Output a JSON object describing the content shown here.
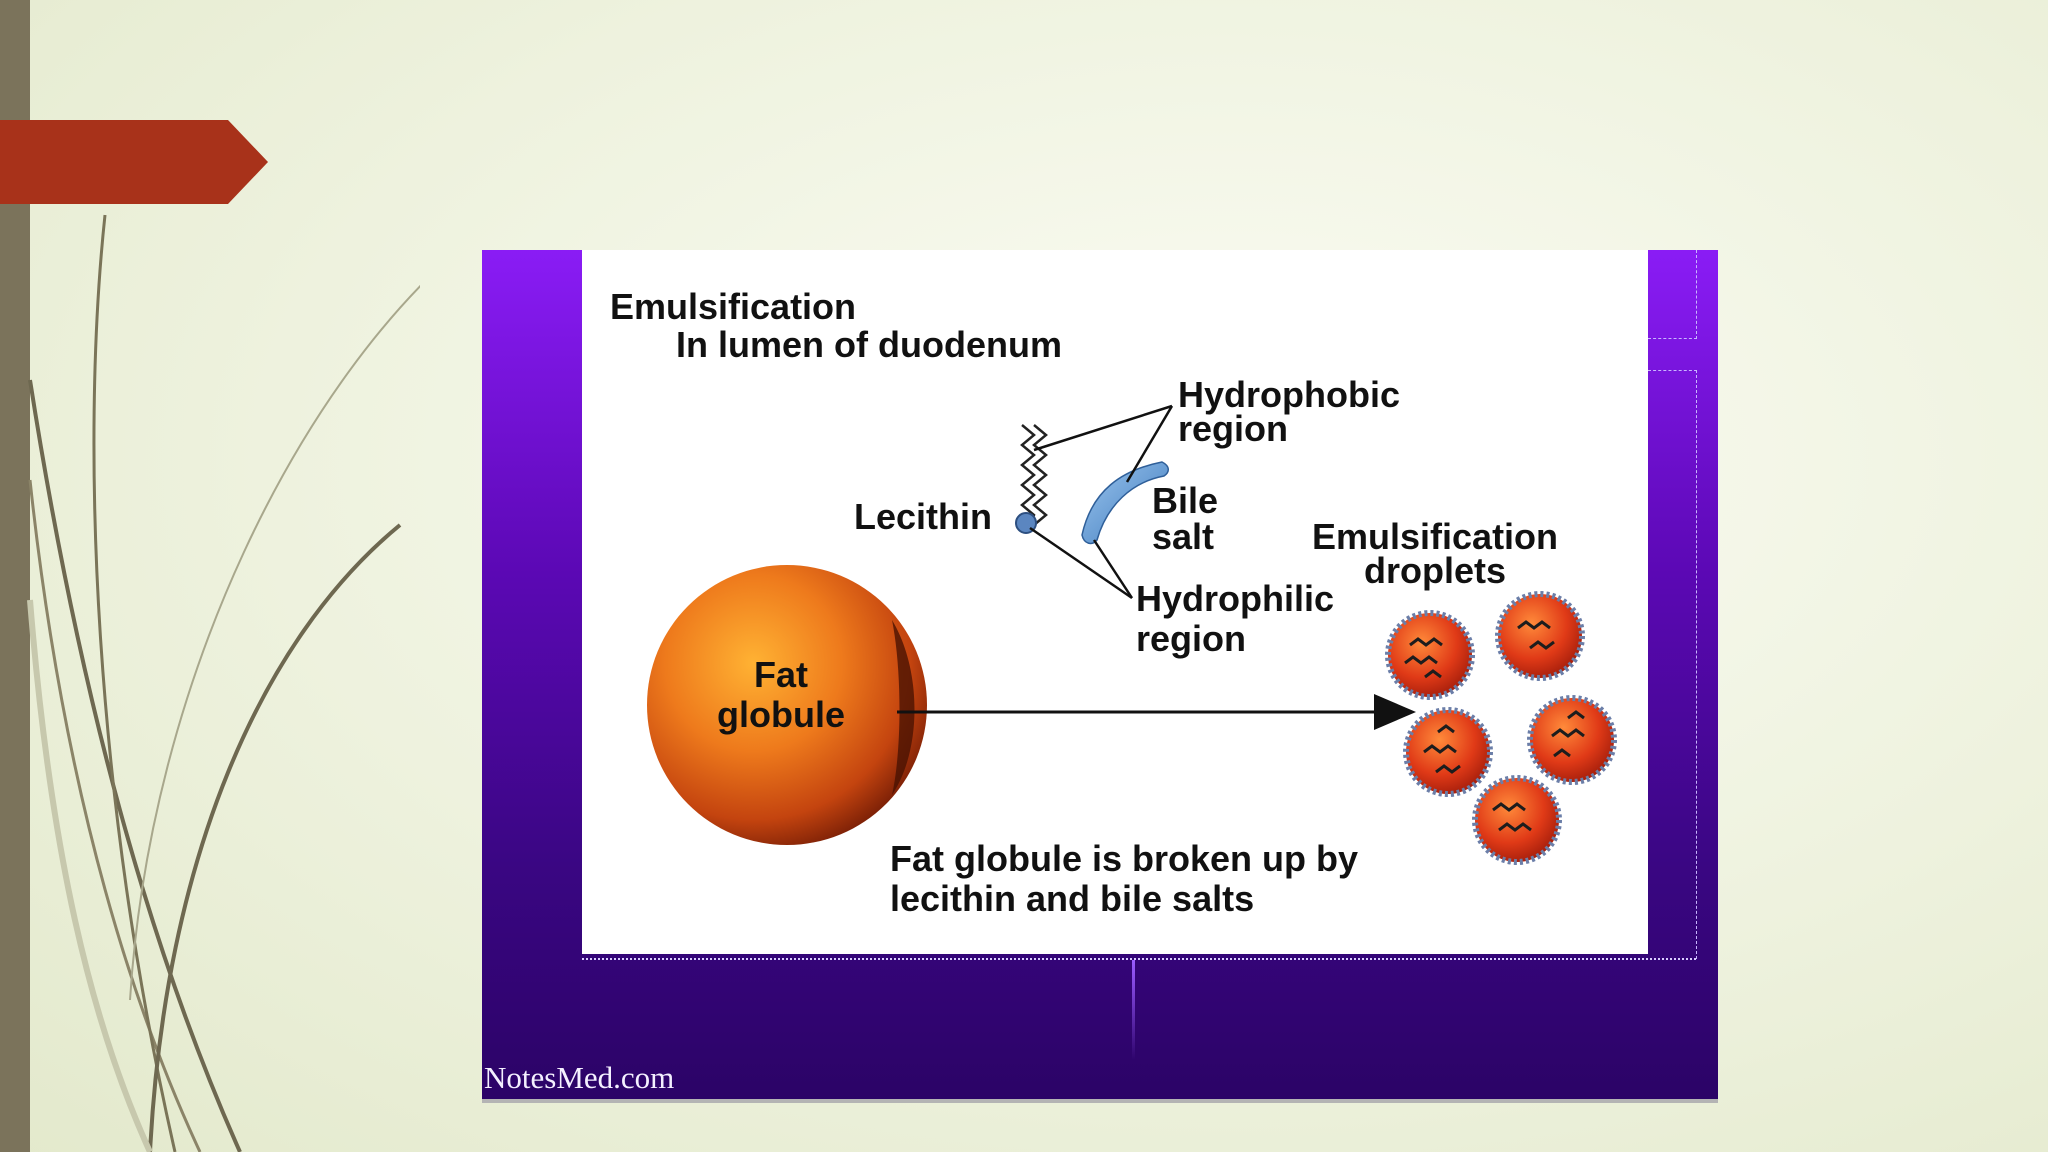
{
  "figure": {
    "title": "Emulsification",
    "subtitle": "In lumen of duodenum",
    "labels": {
      "hydrophobic_line1": "Hydrophobic",
      "hydrophobic_line2": "region",
      "bile_line1": "Bile",
      "bile_line2": "salt",
      "lecithin": "Lecithin",
      "hydrophilic_line1": "Hydrophilic",
      "hydrophilic_line2": "region",
      "droplets_line1": "Emulsification",
      "droplets_line2": "droplets",
      "fat_line1": "Fat",
      "fat_line2": "globule",
      "caption_line1": "Fat globule is broken up by",
      "caption_line2": "lecithin and bile salts"
    },
    "watermark": "NotesMed.com"
  },
  "colors": {
    "title_tab": "#a8321a",
    "left_bar": "#7b735b",
    "fat_globule": "#e8741a",
    "droplet": "#d83a1a",
    "bile_salt": "#6fa3d8"
  }
}
